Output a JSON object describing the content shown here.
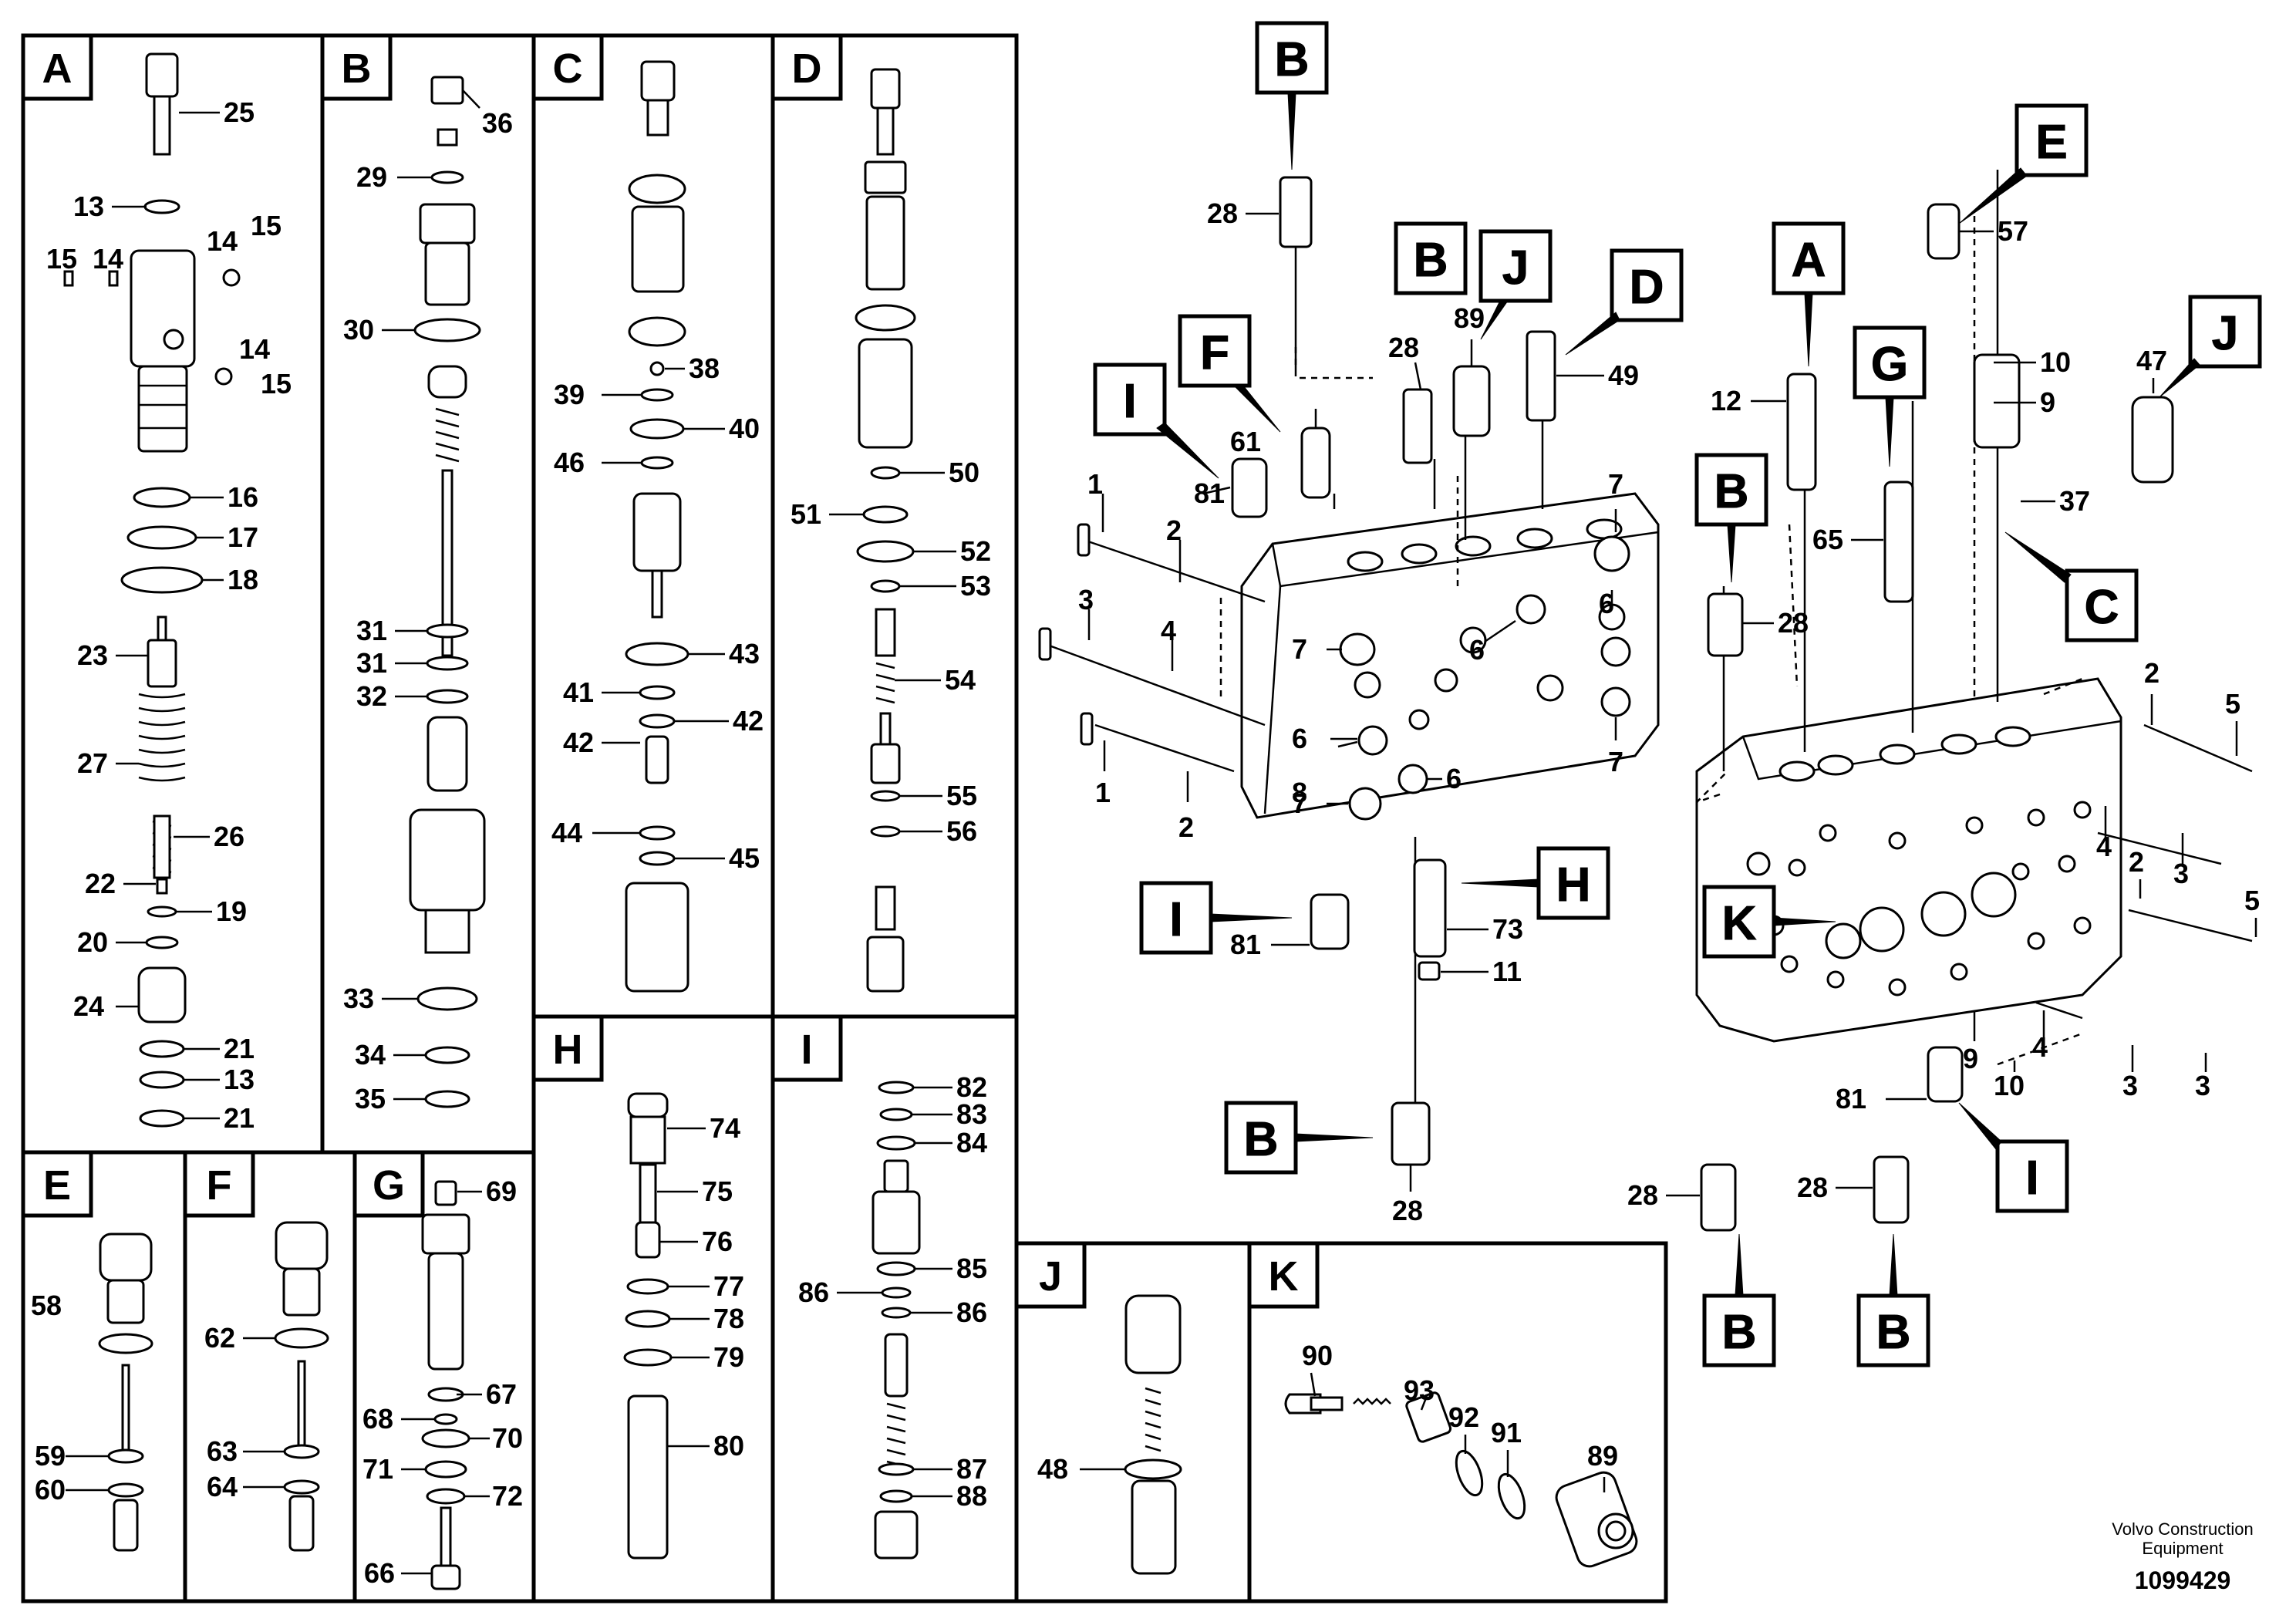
{
  "panels": [
    {
      "id": "A"
    },
    {
      "id": "B"
    },
    {
      "id": "C"
    },
    {
      "id": "D"
    },
    {
      "id": "E"
    },
    {
      "id": "F"
    },
    {
      "id": "G"
    },
    {
      "id": "H"
    },
    {
      "id": "I"
    },
    {
      "id": "J"
    },
    {
      "id": "K"
    }
  ],
  "callout_letters": [
    "B",
    "F",
    "I",
    "B",
    "J",
    "D",
    "A",
    "G",
    "B",
    "E",
    "J",
    "C",
    "K",
    "I",
    "H",
    "B",
    "I",
    "B",
    "B"
  ],
  "part_numbers": {
    "A": [
      "25",
      "13",
      "15",
      "14",
      "14",
      "15",
      "14",
      "15",
      "16",
      "17",
      "18",
      "23",
      "27",
      "26",
      "22",
      "19",
      "20",
      "24",
      "21",
      "13",
      "21"
    ],
    "B": [
      "36",
      "29",
      "30",
      "31",
      "31",
      "32",
      "33",
      "34",
      "35"
    ],
    "C": [
      "38",
      "39",
      "40",
      "46",
      "43",
      "41",
      "42",
      "42",
      "44",
      "45"
    ],
    "D": [
      "50",
      "51",
      "52",
      "53",
      "54",
      "55",
      "56"
    ],
    "E": [
      "58",
      "59",
      "60"
    ],
    "F": [
      "62",
      "63",
      "64"
    ],
    "G": [
      "69",
      "67",
      "68",
      "70",
      "71",
      "72",
      "66"
    ],
    "H": [
      "74",
      "75",
      "76",
      "77",
      "78",
      "79",
      "80"
    ],
    "I": [
      "82",
      "83",
      "84",
      "85",
      "86",
      "86",
      "87",
      "88"
    ],
    "J": [
      "48"
    ],
    "K": [
      "90",
      "93",
      "92",
      "91",
      "89"
    ],
    "left_block": [
      "28",
      "28",
      "89",
      "49",
      "61",
      "81",
      "1",
      "2",
      "3",
      "4",
      "7",
      "6",
      "6",
      "7",
      "6",
      "7",
      "8",
      "6",
      "7",
      "1",
      "2",
      "81",
      "73",
      "11",
      "28"
    ],
    "right_block": [
      "57",
      "12",
      "10",
      "9",
      "65",
      "37",
      "47",
      "28",
      "2",
      "5",
      "4",
      "3",
      "2",
      "5",
      "4",
      "3",
      "3",
      "9",
      "10",
      "81",
      "28",
      "28"
    ]
  },
  "footer": {
    "company": "Volvo Construction Equipment",
    "company_line1": "Volvo Construction",
    "company_line2": "Equipment",
    "drawing_id": "1099429"
  }
}
